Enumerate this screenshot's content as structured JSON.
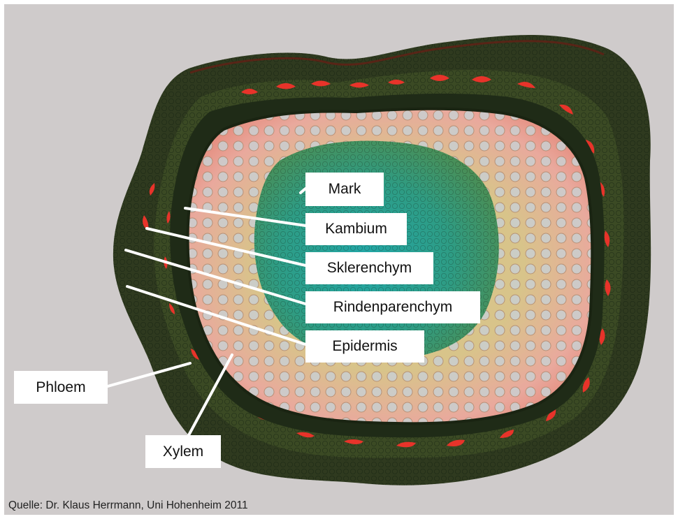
{
  "diagram": {
    "labels": {
      "mark": "Mark",
      "kambium": "Kambium",
      "sklerenchym": "Sklerenchym",
      "rindenparenchym": "Rindenparenchym",
      "epidermis": "Epidermis",
      "phloem": "Phloem",
      "xylem": "Xylem"
    },
    "source": "Quelle: Dr. Klaus Herrmann, Uni Hohenheim 2011"
  },
  "colors": {
    "background": "#cfcbcb",
    "epidermis_outer": "#2e3a1e",
    "cortex": "#3a4a22",
    "sklerenchym_red": "#e8332a",
    "xylem_pink": "#e7a49a",
    "pith_teal": "#2e9f8e",
    "leader_line": "#ffffff"
  }
}
